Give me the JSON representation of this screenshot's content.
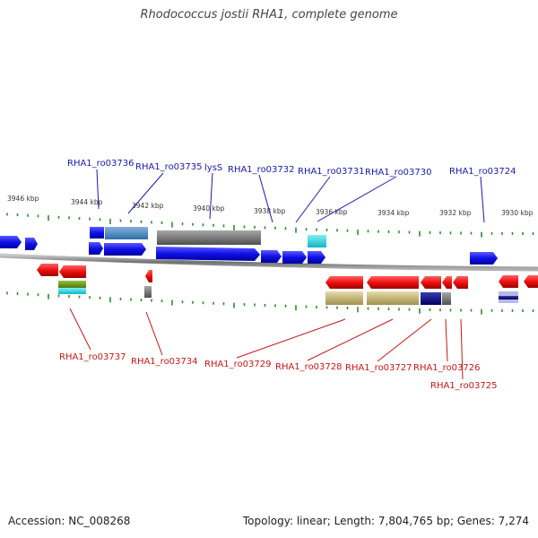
{
  "title": "Rhodococcus jostii RHA1, complete genome",
  "accession_text": "Accession: NC_008268",
  "summary_text": "Topology: linear; Length: 7,804,765 bp; Genes: 7,274",
  "colors": {
    "forward_gene": "#1010e0",
    "reverse_gene": "#e01010",
    "backbone": "#808080",
    "ticks": "#2e8b2e",
    "forward_label": "#1a1aa8",
    "reverse_label": "#c41818"
  },
  "scale_labels": [
    "3946 kbp",
    "3944 kbp",
    "3942 kbp",
    "3940 kbp",
    "3938 kbp",
    "3936 kbp",
    "3934 kbp",
    "3932 kbp",
    "3930 kbp"
  ],
  "forward_gene_labels": [
    "RHA1_ro03736",
    "RHA1_ro03735",
    "lysS",
    "RHA1_ro03732",
    "RHA1_ro03731",
    "RHA1_ro03730",
    "RHA1_ro03724"
  ],
  "reverse_gene_labels": [
    "RHA1_ro03737",
    "RHA1_ro03734",
    "RHA1_ro03729",
    "RHA1_ro03728",
    "RHA1_ro03727",
    "RHA1_ro03726",
    "RHA1_ro03725"
  ]
}
